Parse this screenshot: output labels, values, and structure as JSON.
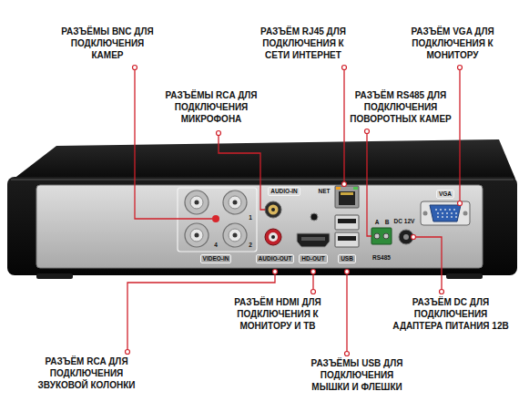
{
  "diagram": {
    "labels": [
      "РАЗЪЁМЫ BNC ДЛЯ ПОДКЛЮЧЕНИЯ КАМЕР",
      "РАЗЪЁМ RJ45 ДЛЯ ПОДКЛЮЧЕНИЯ К СЕТИ ИНТЕРНЕТ",
      "РАЗЪЁМ VGA ДЛЯ ПОДКЛЮЧЕНИЯ К МОНИТОРУ",
      "РАЗЪЁМЫ RCA ДЛЯ ПОДКЛЮЧЕНИЯ МИКРОФОНА",
      "РАЗЪЁМ RS485 ДЛЯ ПОДКЛЮЧЕНИЯ ПОВОРОТНЫХ КАМЕР",
      "AUDIO-IN",
      "NET",
      "VGA",
      "DC 12V",
      "A",
      "B",
      "1",
      "4",
      "2",
      "VIDEO-IN",
      "AUDIO-OUT",
      "HD-OUT",
      "USB",
      "RS485",
      "РАЗЪЁМ HDMI ДЛЯ ПОДКЛЮЧЕНИЯ К МОНИТОРУ И ТВ",
      "РАЗЪЁМ DC ДЛЯ ПОДКЛЮЧЕНИЯ АДАПТЕРА ПИТАНИЯ 12В",
      "РАЗЪЁМ RCA ДЛЯ ПОДКЛЮЧЕНИЯ ЗВУКОВОЙ КОЛОНКИ",
      "РАЗЪЁМЫ USB ДЛЯ ПОДКЛЮЧЕНИЯ МЫШКИ И ФЛЕШКИ"
    ]
  }
}
